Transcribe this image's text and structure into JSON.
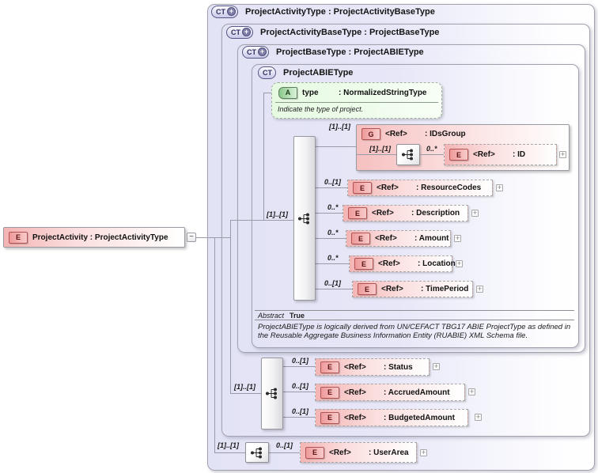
{
  "icons": {
    "complextype": "CT",
    "derived_plus": "+",
    "element": "E",
    "group": "G",
    "attribute": "A",
    "collapse": "−",
    "expand": "+"
  },
  "colors": {
    "type_box_fill": "#e4e4f7",
    "element_fill": "#f4b4b4",
    "attribute_fill": "#e6fae2",
    "border": "#a2a2ae"
  },
  "root": {
    "label": "ProjectActivity : ProjectActivityType"
  },
  "types": [
    {
      "title": "ProjectActivityType : ProjectActivityBaseType"
    },
    {
      "title": "ProjectActivityBaseType : ProjectBaseType"
    },
    {
      "title": "ProjectBaseType : ProjectABIEType"
    },
    {
      "title": "ProjectABIEType"
    }
  ],
  "abie": {
    "attribute": {
      "name": "type",
      "type": ": NormalizedStringType",
      "doc": "Indicate the type of project."
    },
    "group_cardinality": "[1]..[1]",
    "children": [
      {
        "cardinality": "[1]..[1]",
        "ref": "<Ref>",
        "name": ": IDsGroup",
        "inner_cardinality": "[1]..[1]",
        "inner_child": {
          "cardinality": "0..*",
          "ref": "<Ref>",
          "name": ": ID"
        }
      },
      {
        "cardinality": "0..[1]",
        "ref": "<Ref>",
        "name": ": ResourceCodes"
      },
      {
        "cardinality": "0..*",
        "ref": "<Ref>",
        "name": ": Description"
      },
      {
        "cardinality": "0..*",
        "ref": "<Ref>",
        "name": ": Amount"
      },
      {
        "cardinality": "0..*",
        "ref": "<Ref>",
        "name": ": Location"
      },
      {
        "cardinality": "0..[1]",
        "ref": "<Ref>",
        "name": ": TimePeriod"
      }
    ],
    "abstract_label": "Abstract",
    "abstract_value": "True",
    "annotation": "ProjectABIEType is logically derived from UN/CEFACT TBG17 ABIE ProjectType as defined in the Reusable Aggregate Business Information Entity (RUABIE) XML Schema file."
  },
  "base_ext": {
    "cardinality": "[1]..[1]",
    "children": [
      {
        "cardinality": "0..[1]",
        "ref": "<Ref>",
        "name": ": Status"
      },
      {
        "cardinality": "0..[1]",
        "ref": "<Ref>",
        "name": ": AccruedAmount"
      },
      {
        "cardinality": "0..[1]",
        "ref": "<Ref>",
        "name": ": BudgetedAmount"
      }
    ]
  },
  "activity_ext": {
    "cardinality": "[1]..[1]",
    "child": {
      "cardinality": "0..[1]",
      "ref": "<Ref>",
      "name": ": UserArea"
    }
  }
}
